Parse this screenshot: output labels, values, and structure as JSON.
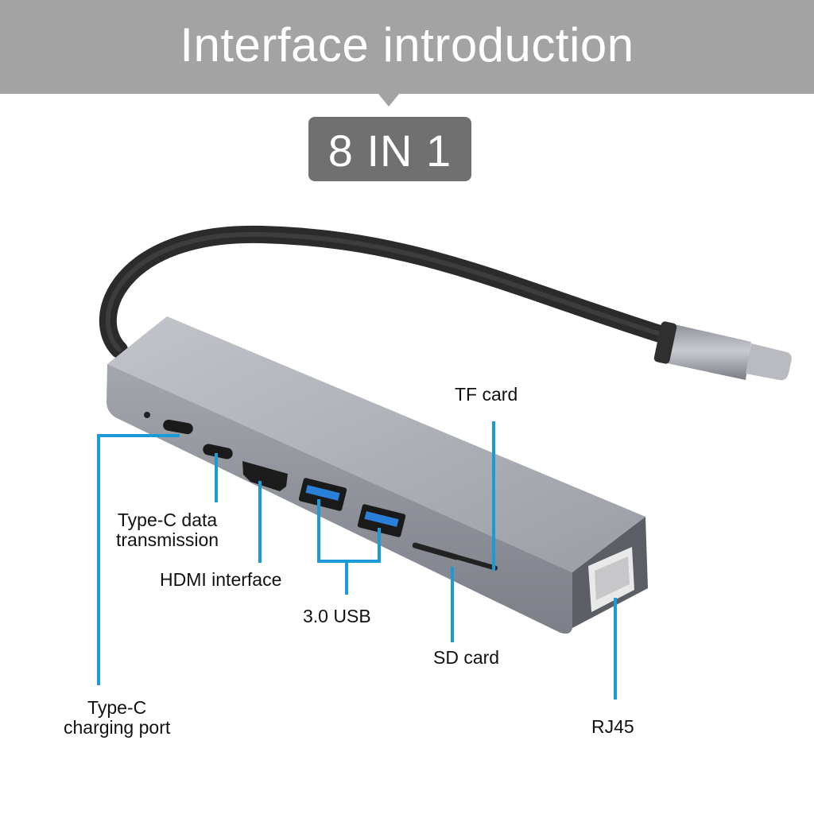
{
  "banner": {
    "title": "Interface introduction"
  },
  "badge": {
    "text": "8 IN 1"
  },
  "labels": {
    "tf_card": "TF card",
    "type_c_data_line1": "Type-C data",
    "type_c_data_line2": "transmission",
    "hdmi": "HDMI interface",
    "usb": "3.0 USB",
    "sd_card": "SD card",
    "type_c_charging_line1": "Type-C",
    "type_c_charging_line2": "charging port",
    "rj45": "RJ45"
  },
  "colors": {
    "banner": "#a3a3a3",
    "badge": "#707070",
    "callout_line": "#1b9ad6",
    "hub_body": "#a9abb3"
  }
}
